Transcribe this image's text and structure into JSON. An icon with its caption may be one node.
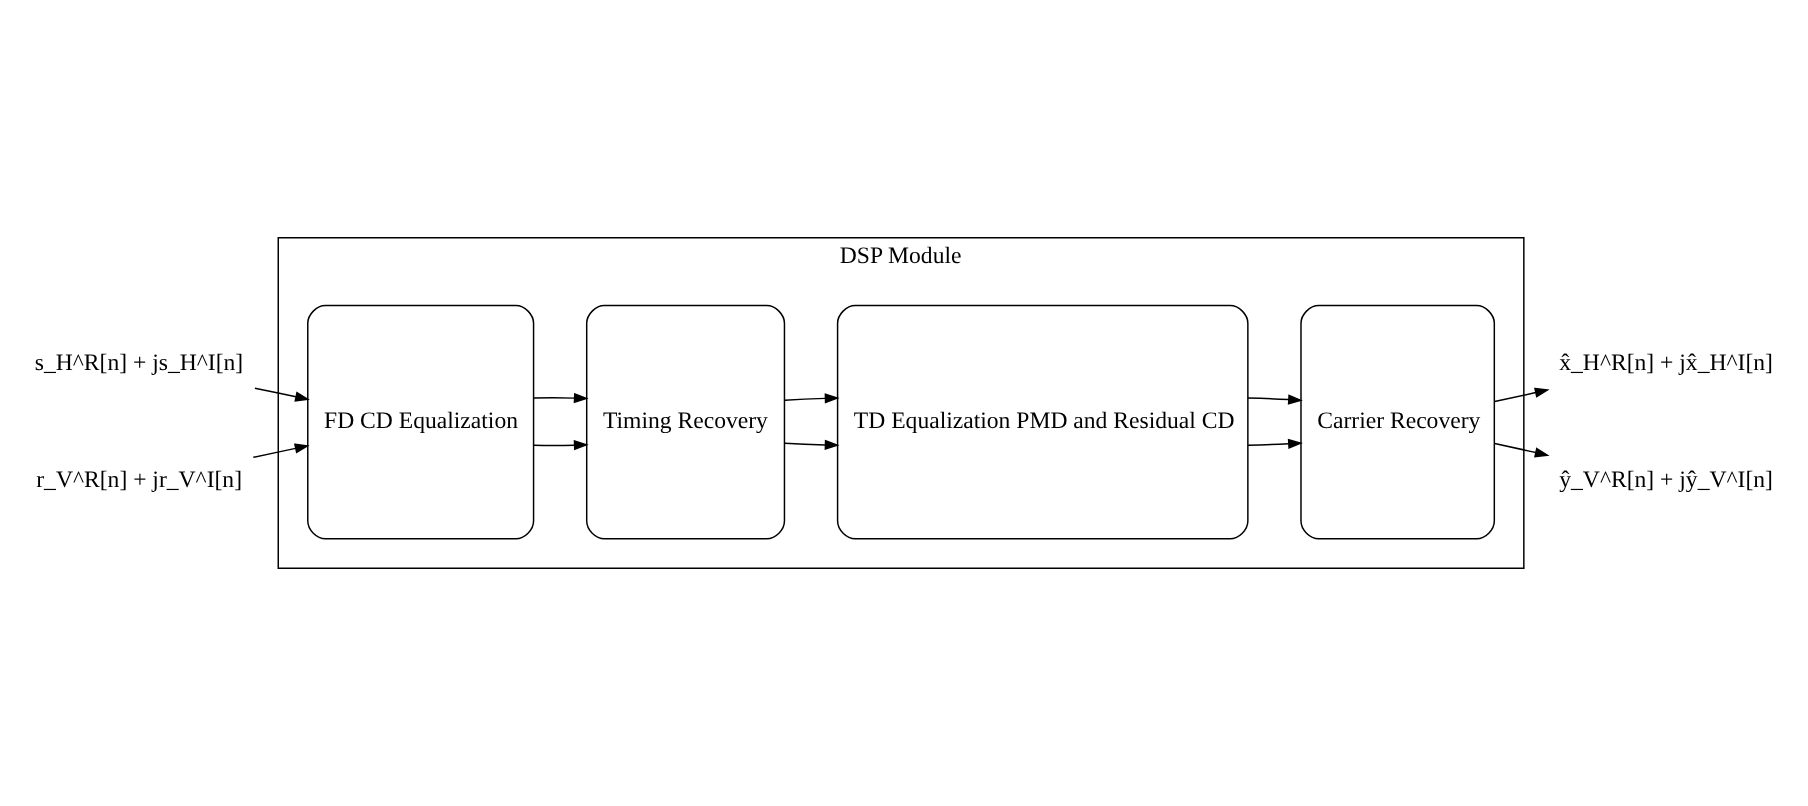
{
  "diagram": {
    "nodes": [
      {
        "text": [
          "DSP Module"
        ]
      },
      {
        "text": [
          "s_H^R[n] + js_H^I[n]"
        ]
      },
      {
        "text": [
          "r_V^R[n] + jr_V^I[n]"
        ]
      },
      {
        "text": [
          "FD CD Equalization"
        ],
        "in": 0
      },
      {
        "text": [
          "Timing Recovery"
        ],
        "in": 0
      },
      {
        "text": [
          "TD Equalization PMD and Residual CD"
        ],
        "in": 0
      },
      {
        "text": [
          "Carrier Recovery"
        ],
        "in": 0
      },
      {
        "text": [
          "x̂_H^R[n] + jx̂_H^I[n]"
        ]
      },
      {
        "text": [
          "ŷ_V^R[n] + jŷ_V^I[n]"
        ]
      }
    ],
    "edges": [
      {
        "from": 1,
        "to": 3,
        "arrow": "to"
      },
      {
        "from": 2,
        "to": 3,
        "arrow": "to"
      },
      {
        "from": 3,
        "to": 4,
        "arrow": "to"
      },
      {
        "from": 3,
        "to": 4,
        "arrow": "to"
      },
      {
        "from": 4,
        "to": 5,
        "arrow": "to"
      },
      {
        "from": 4,
        "to": 5,
        "arrow": "to"
      },
      {
        "from": 5,
        "to": 6,
        "arrow": "to"
      },
      {
        "from": 5,
        "to": 6,
        "arrow": "to"
      },
      {
        "from": 6,
        "to": 7,
        "arrow": "to"
      },
      {
        "from": 6,
        "to": 8,
        "arrow": "to"
      }
    ]
  }
}
